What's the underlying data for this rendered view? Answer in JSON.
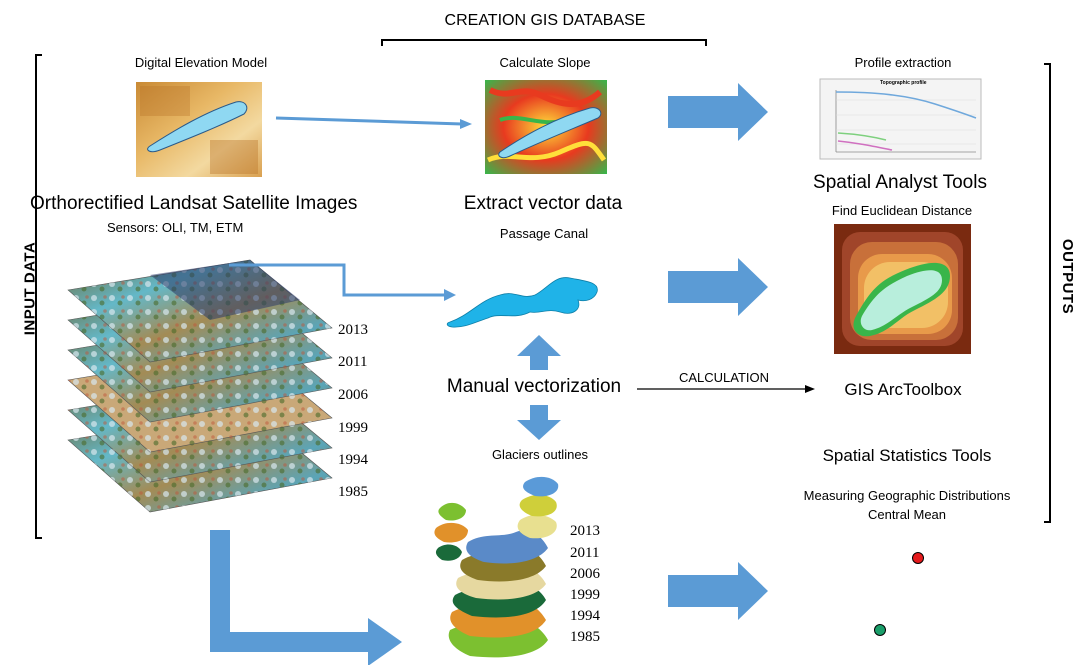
{
  "header": {
    "title": "CREATION GIS DATABASE"
  },
  "side_labels": {
    "left": "INPUT DATA",
    "right": "OUTPUTS"
  },
  "left_column": {
    "dem_label": "Digital Elevation Model",
    "landsat_title": "Orthorectified Landsat Satellite Images",
    "sensors": "Sensors: OLI, TM, ETM",
    "years": [
      "2013",
      "2011",
      "2006",
      "1999",
      "1994",
      "1985"
    ]
  },
  "middle_column": {
    "slope_label": "Calculate Slope",
    "extract_label": "Extract vector data",
    "passage_label": "Passage Canal",
    "manual_label": "Manual vectorization",
    "calc_label": "CALCULATION",
    "outlines_label": "Glaciers outlines",
    "outline_years": [
      "2013",
      "2011",
      "2006",
      "1999",
      "1994",
      "1985"
    ]
  },
  "right_column": {
    "profile_label": "Profile extraction",
    "profile_chart_title": "Topographic profile",
    "spatial_analyst": "Spatial Analyst Tools",
    "euclid_label": "Find Euclidean Distance",
    "arctoolbox": "GIS ArcToolbox",
    "spatial_stats": "Spatial Statistics Tools",
    "measuring": "Measuring Geographic Distributions",
    "central_mean": "Central Mean"
  },
  "colors": {
    "arrow_blue": "#5b9bd5",
    "lake_blue": "#8fd8f2",
    "canal_blue": "#1fb3e8",
    "point_red": "#e41a1c",
    "point_green": "#1a9e6a"
  }
}
